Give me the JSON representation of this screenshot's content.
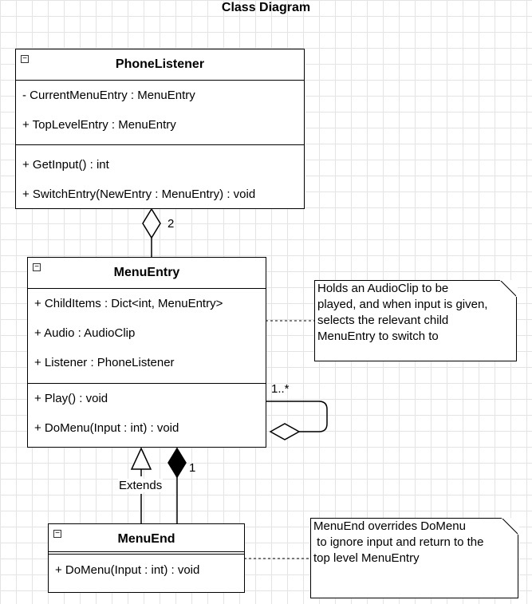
{
  "title": "Class Diagram",
  "classes": {
    "phone_listener": {
      "name": "PhoneListener",
      "attributes": [
        "- CurrentMenuEntry : MenuEntry",
        "+ TopLevelEntry : MenuEntry"
      ],
      "operations": [
        "+ GetInput() : int",
        "+ SwitchEntry(NewEntry : MenuEntry) : void"
      ]
    },
    "menu_entry": {
      "name": "MenuEntry",
      "attributes": [
        "+ ChildItems : Dict<int, MenuEntry>",
        "+ Audio : AudioClip",
        "+ Listener : PhoneListener"
      ],
      "operations": [
        "+ Play() : void",
        "+ DoMenu(Input : int) : void"
      ]
    },
    "menu_end": {
      "name": "MenuEnd",
      "attributes": [],
      "operations": [
        "+ DoMenu(Input : int) : void"
      ]
    }
  },
  "notes": {
    "menu_entry_note": "Holds an AudioClip to be\nplayed, and when input is given,\nselects the relevant child\nMenuEntry to switch to",
    "menu_end_note": "MenuEnd overrides DoMenu\n to ignore input and return to the\ntop level MenuEntry"
  },
  "labels": {
    "aggregation_multiplicity": "2",
    "self_multiplicity": "1..*",
    "composition_multiplicity": "1",
    "extends": "Extends"
  },
  "collapse_icon": "−"
}
